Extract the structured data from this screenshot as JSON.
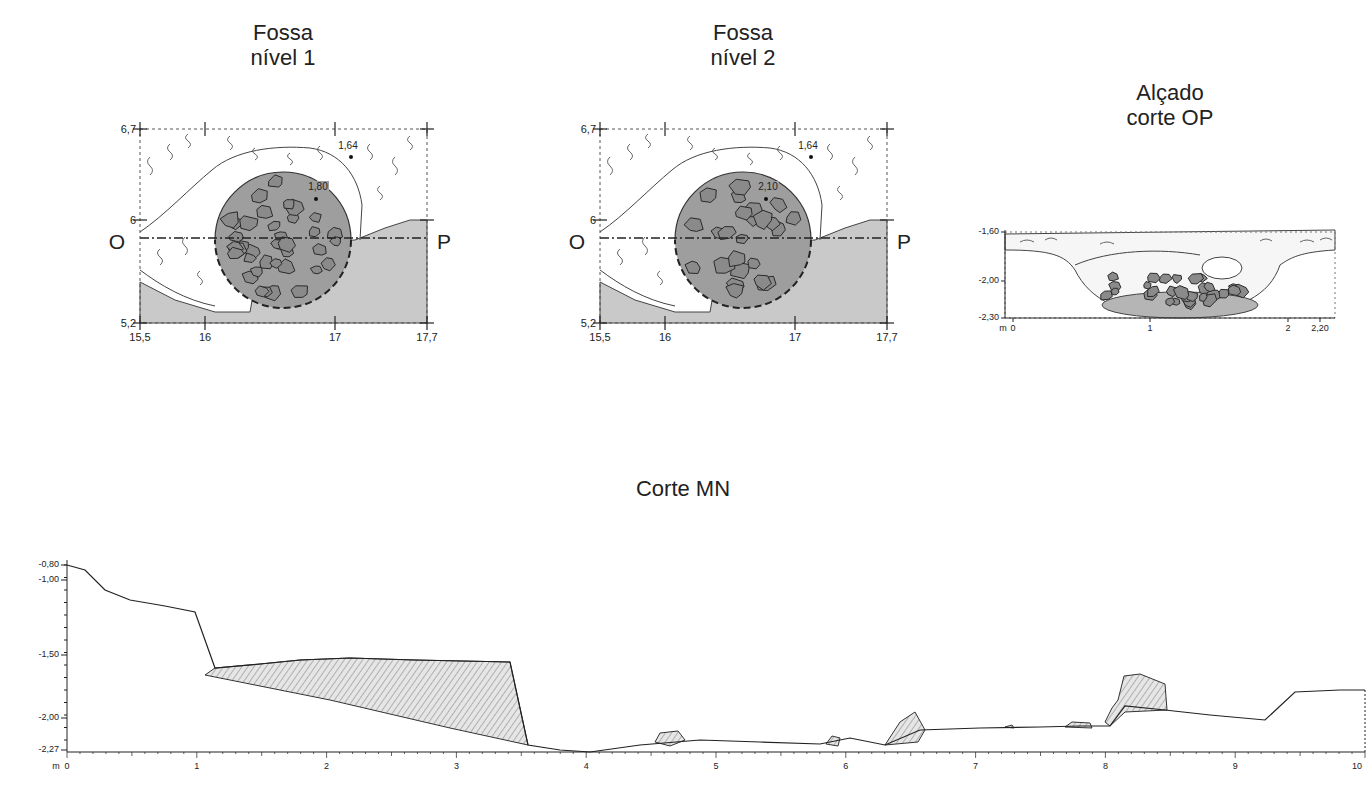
{
  "diagram": {
    "labels": [
      "Fossa nível 1",
      "6,7",
      "6",
      "5,2",
      "15,5",
      "16",
      "17",
      "17,7",
      "O",
      "P",
      "1,64",
      "1,80",
      "Fossa nível 2",
      "6,7",
      "6",
      "5,2",
      "15,5",
      "16",
      "17",
      "17,7",
      "O",
      "P",
      "1,64",
      "2,10",
      "Alçado corte OP",
      "-1,60",
      "-2,00",
      "-2,30",
      "m",
      "0",
      "1",
      "2",
      "2,20",
      "Corte MN",
      "-0,80",
      "-1,00",
      "-1,50",
      "-2,00",
      "-2,27",
      "m",
      "0",
      "1",
      "2",
      "3",
      "4",
      "5",
      "6",
      "7",
      "8",
      "9",
      "10"
    ]
  }
}
